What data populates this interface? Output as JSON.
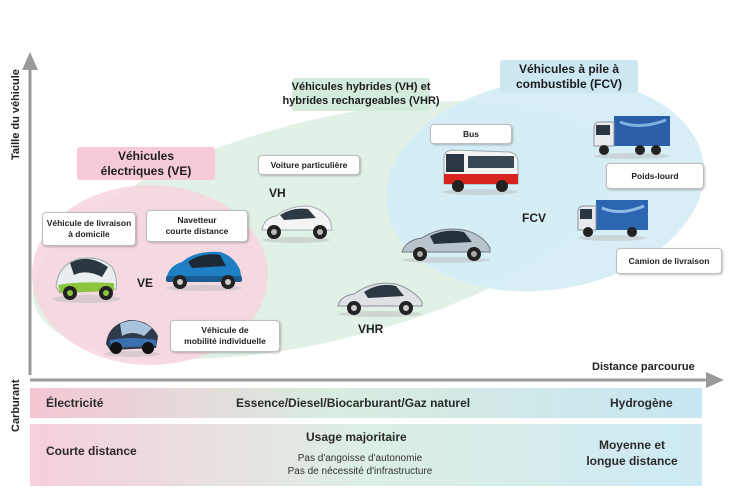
{
  "axes": {
    "y_label": "Taille du véhicule",
    "x_label": "Distance parcourue",
    "fuel_label": "Carburant"
  },
  "categories": {
    "ev": "Véhicules\nélectriques (VE)",
    "hv": "Véhicules hybrides (VH) et\nhybrides rechargeables (VHR)",
    "fcv": "Véhicules à pile à\ncombustible (FCV)"
  },
  "zones": {
    "ve": "VE",
    "vh": "VH",
    "vhr": "VHR",
    "fcv": "FCV"
  },
  "labels": {
    "home_delivery": "Véhicule de livraison\nà domicile",
    "shuttle": "Navetteur\ncourte distance",
    "personal_mobility": "Véhicule de\nmobilité individuelle",
    "passenger_car": "Voiture particulière",
    "bus": "Bus",
    "heavy_truck": "Poids-lourd",
    "delivery_truck": "Camion de livraison"
  },
  "fuel_band": {
    "electricity": "Électricité",
    "petrol": "Essence/Diesel/Biocarburant/Gaz naturel",
    "hydrogen": "Hydrogène"
  },
  "usage_band": {
    "short": "Courte distance",
    "main": "Usage majoritaire",
    "note1": "Pas d'angoisse d'autonomie",
    "note2": "Pas de nécessité d'infrastructure",
    "long": "Moyenne et\nlongue distance"
  },
  "colors": {
    "pink": "#f6cfd9",
    "green": "#d7ecdd",
    "blue": "#cfe9f3",
    "axis": "#9a9a9a"
  },
  "icons": [
    "arrow-up-icon",
    "arrow-right-icon",
    "car-icon",
    "bus-icon",
    "truck-icon"
  ]
}
